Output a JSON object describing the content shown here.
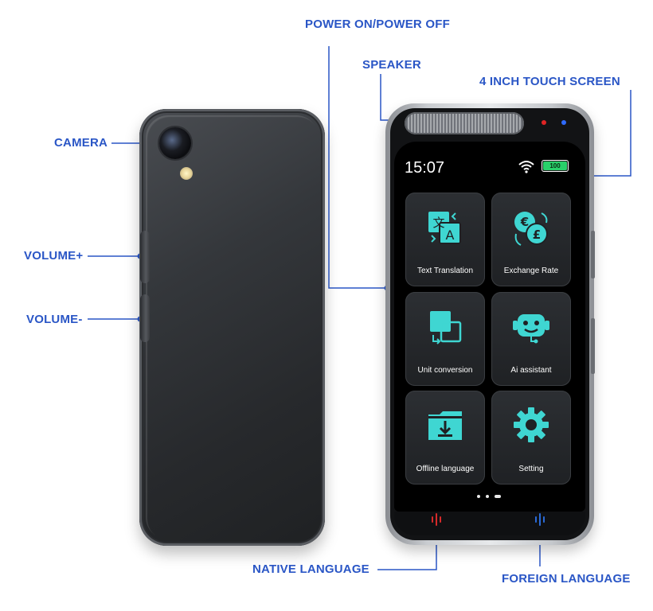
{
  "labels": {
    "power": "POWER ON/POWER OFF",
    "speaker": "SPEAKER",
    "touch_screen": "4 INCH TOUCH SCREEN",
    "camera": "CAMERA",
    "volume_up": "VOLUME+",
    "volume_down": "VOLUME-",
    "native_language": "NATIVE LANGUAGE",
    "foreign_language": "FOREIGN LANGUAGE"
  },
  "screen": {
    "time": "15:07",
    "battery": "100",
    "apps": [
      {
        "label": "Text Translation",
        "icon": "translate-icon"
      },
      {
        "label": "Exchange Rate",
        "icon": "currency-exchange-icon"
      },
      {
        "label": "Unit conversion",
        "icon": "unit-conversion-icon"
      },
      {
        "label": "Ai assistant",
        "icon": "robot-icon"
      },
      {
        "label": "Offline language",
        "icon": "download-folder-icon"
      },
      {
        "label": "Setting",
        "icon": "gear-icon"
      }
    ]
  },
  "colors": {
    "label_blue": "#2a56c6",
    "icon_teal": "#3fd6d2",
    "native_mic": "#d62a2a",
    "foreign_mic": "#2a6ad6"
  }
}
